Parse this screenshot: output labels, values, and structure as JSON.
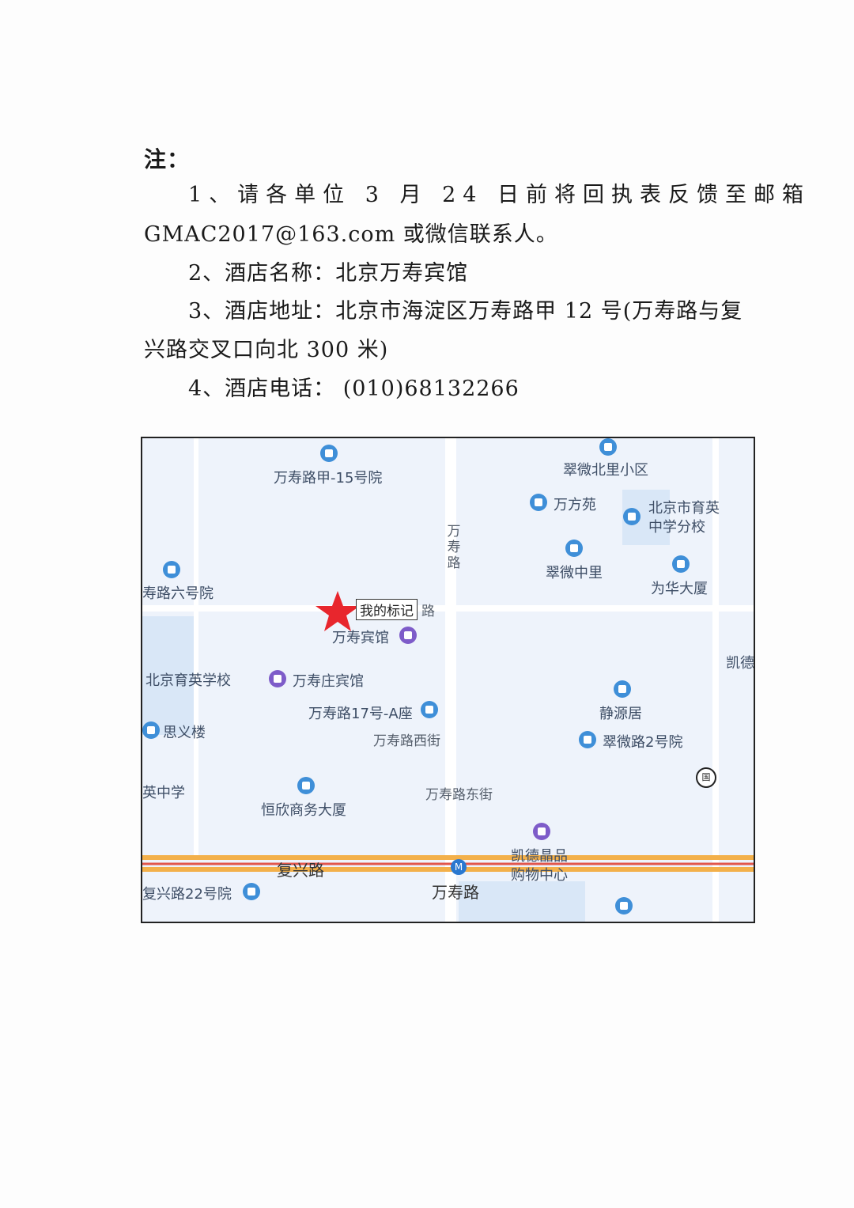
{
  "notes": {
    "heading": "注：",
    "item1_line1": "1、请各单位 3 月 24 日前将回执表反馈至邮箱",
    "item1_line2": "GMAC2017@163.com 或微信联系人。",
    "item2": "2、酒店名称：北京万寿宾馆",
    "item3_line1": "3、酒店地址：北京市海淀区万寿路甲 12 号(万寿路与复",
    "item3_line2": "兴路交叉口向北 300 米)",
    "item4": "4、酒店电话：  (010)68132266"
  },
  "map": {
    "my_marker": "我的标记",
    "places": {
      "wanshou_15": "万寿路甲-15号院",
      "cuiwei_beili": "翠微北里小区",
      "wanfangyuan": "万方苑",
      "yuying_branch_1": "北京市育英",
      "yuying_branch_2": "中学分校",
      "cuiwei_zhongli": "翠微中里",
      "weihua": "为华大厦",
      "liuhao": "寿路六号院",
      "wanshou_hotel": "万寿宾馆",
      "yuying_school": "北京育英学校",
      "wanshouzhuang": "万寿庄宾馆",
      "no17_a": "万寿路17号-A座",
      "jingyuanju": "静源居",
      "siyi": "思义楼",
      "cuiwei_2": "翠微路2号院",
      "yingzhong": "英中学",
      "hengxin": "恒欣商务大厦",
      "kaide_1": "凯德晶品",
      "kaide_2": "购物中心",
      "kaide_edge": "凯德",
      "fuxing_22": "复兴路22号院"
    },
    "roads": {
      "wanshou_vertical": "万寿路",
      "lu_fragment": "路",
      "west_street": "万寿路西街",
      "east_street": "万寿路东街",
      "fuxing": "复兴路",
      "wanshou_station": "万寿路"
    },
    "stamp": "国"
  }
}
